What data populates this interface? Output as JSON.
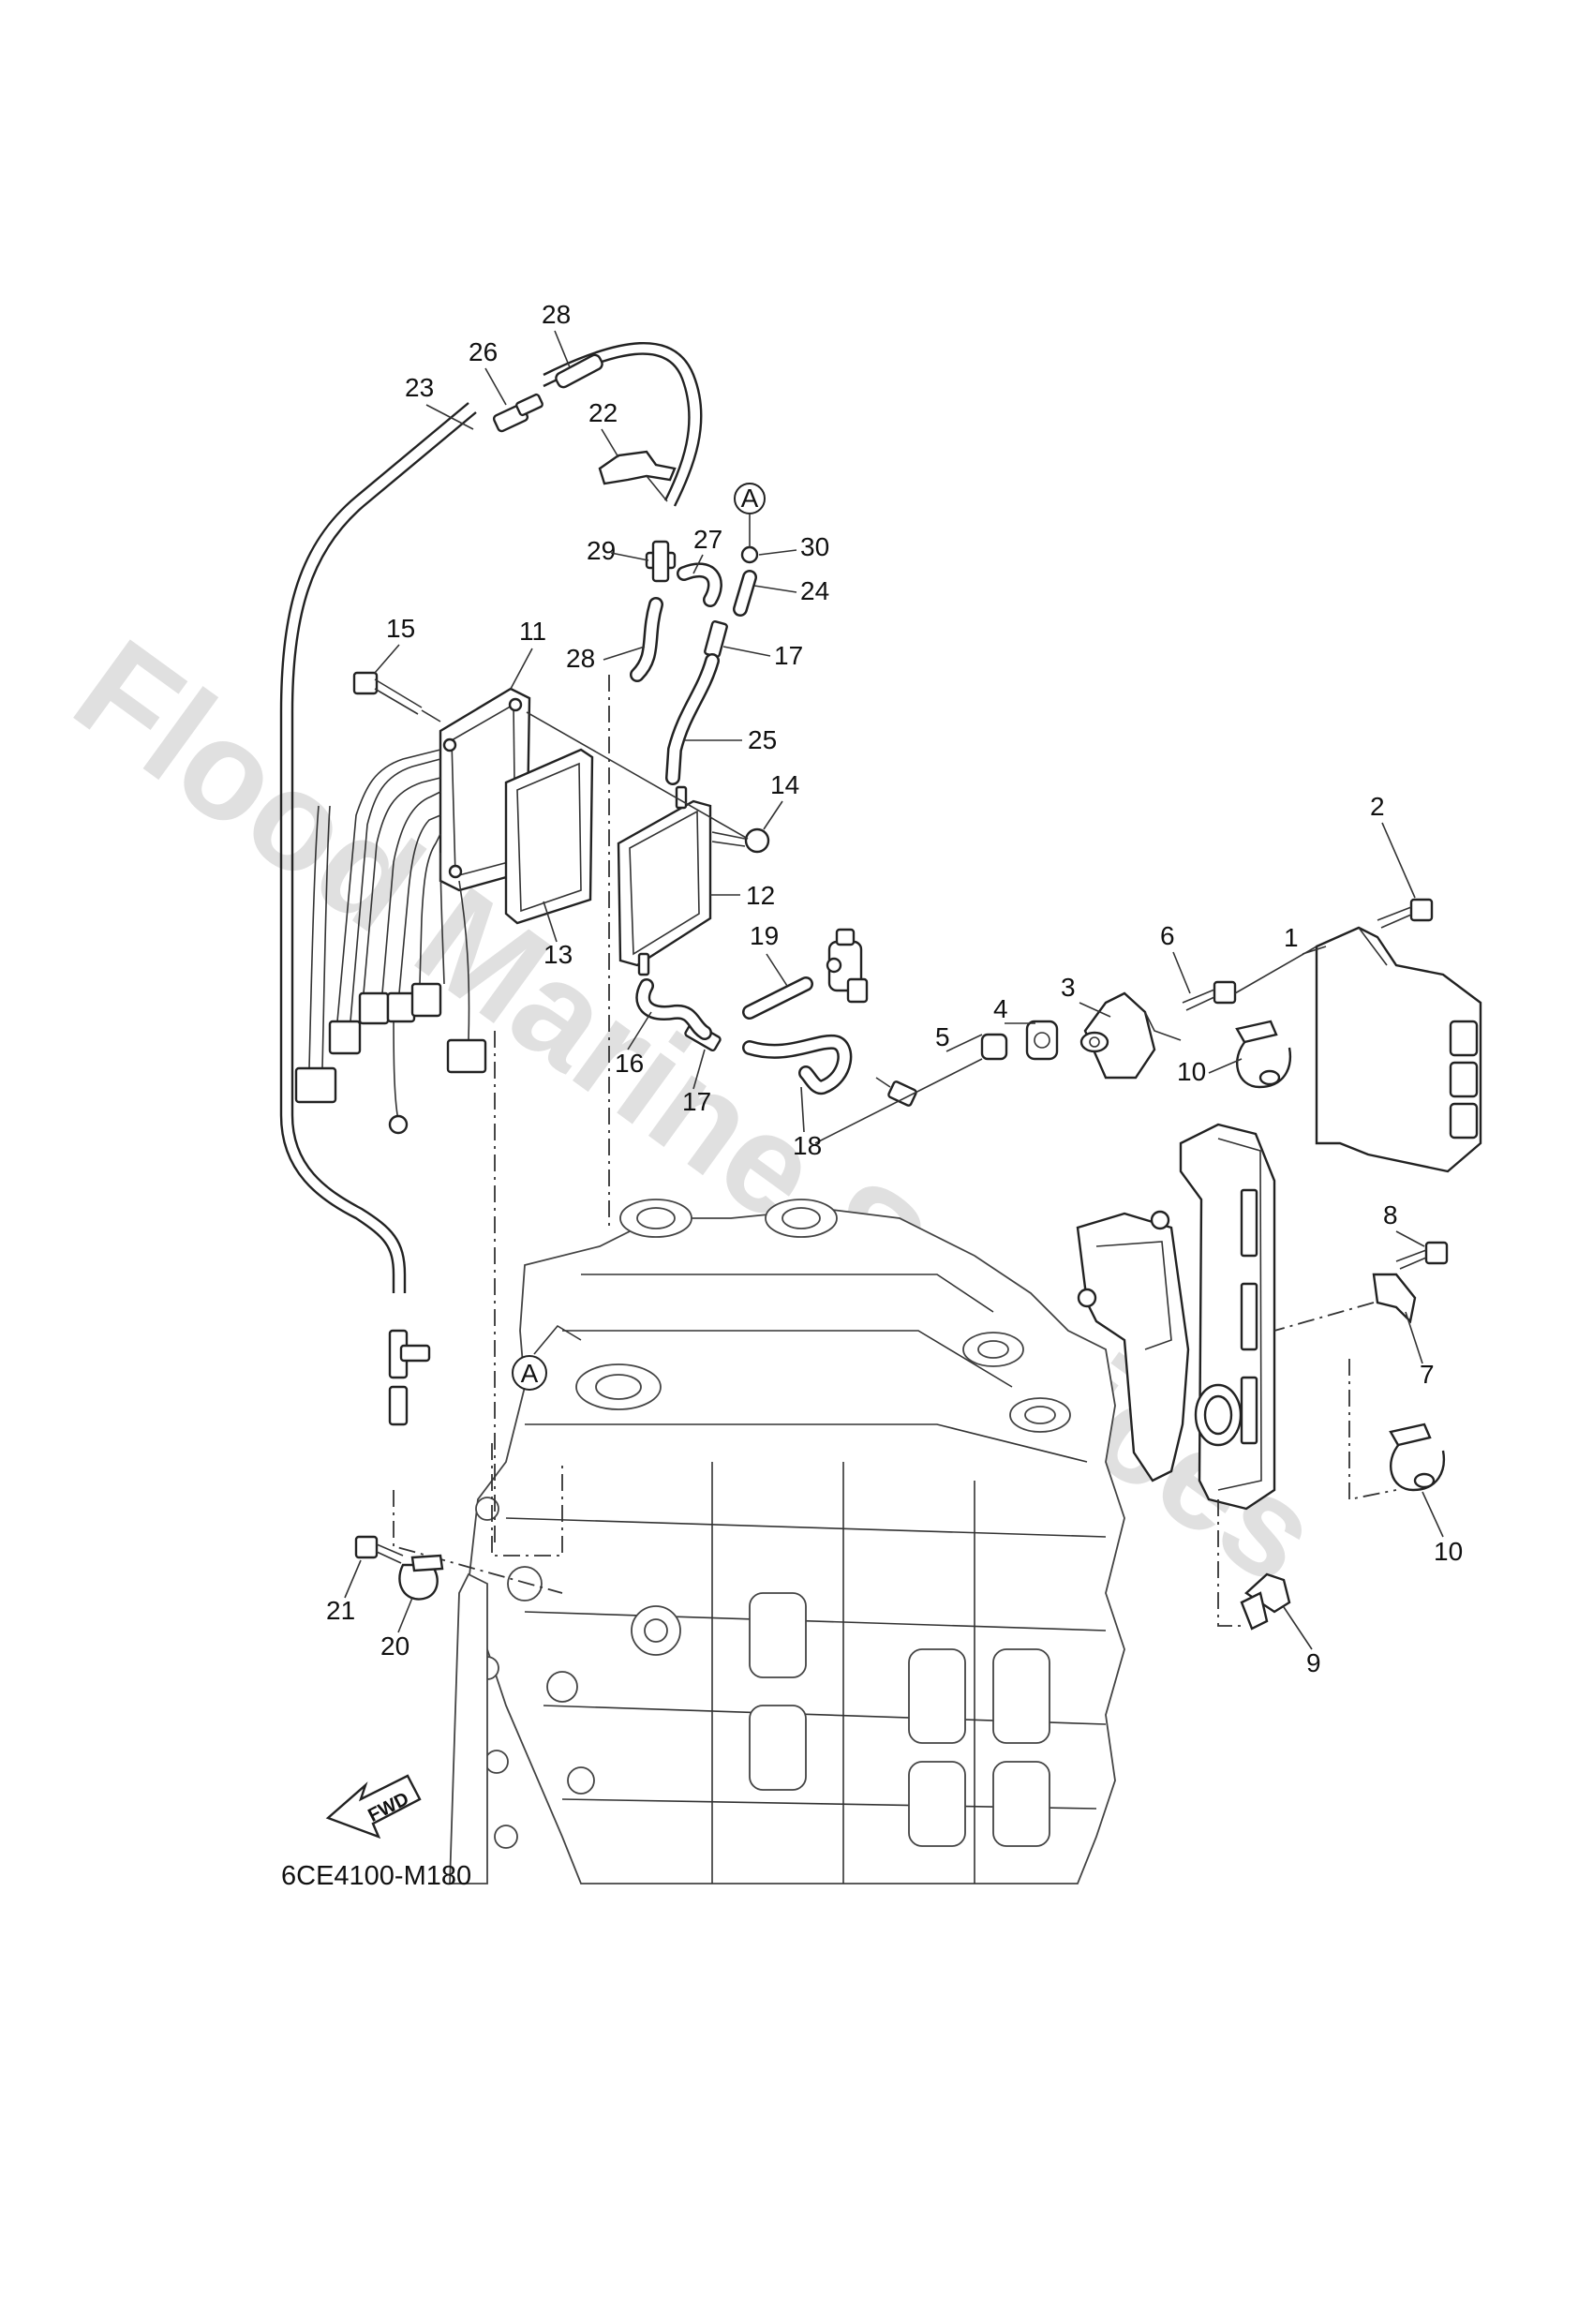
{
  "watermark": "Flood Marine Services",
  "diagram_code": "6CE4100-M180",
  "fwd_label": "FWD",
  "reference_marker": "A",
  "callouts": [
    "1",
    "2",
    "3",
    "4",
    "5",
    "6",
    "7",
    "8",
    "9",
    "10",
    "10",
    "11",
    "12",
    "13",
    "14",
    "15",
    "16",
    "17",
    "17",
    "18",
    "19",
    "20",
    "21",
    "22",
    "23",
    "24",
    "25",
    "26",
    "27",
    "28",
    "28",
    "29",
    "30"
  ]
}
